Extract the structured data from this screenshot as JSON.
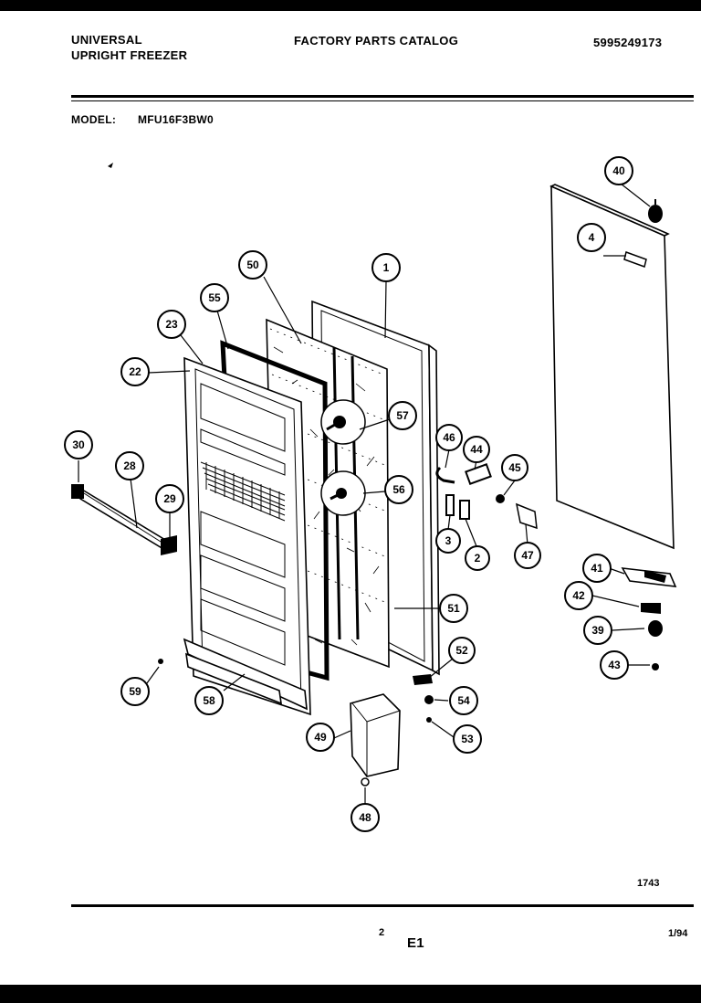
{
  "header": {
    "brand": "UNIVERSAL",
    "product": "UPRIGHT FREEZER",
    "catalog_title": "FACTORY PARTS CATALOG",
    "catalog_number": "5995249173",
    "model_label": "MODEL:",
    "model_value": "MFU16F3BW0"
  },
  "footer": {
    "figure_number": "1743",
    "page_number": "2",
    "section": "E1",
    "date": "1/94"
  },
  "callouts": {
    "c1": "1",
    "c2": "2",
    "c3": "3",
    "c4": "4",
    "c22": "22",
    "c23": "23",
    "c28": "28",
    "c29": "29",
    "c30": "30",
    "c39": "39",
    "c40": "40",
    "c41": "41",
    "c42": "42",
    "c43": "43",
    "c44": "44",
    "c45": "45",
    "c46": "46",
    "c47": "47",
    "c48": "48",
    "c49": "49",
    "c50": "50",
    "c51": "51",
    "c52": "52",
    "c53": "53",
    "c54": "54",
    "c55": "55",
    "c56": "56",
    "c57": "57",
    "c58": "58",
    "c59": "59"
  }
}
